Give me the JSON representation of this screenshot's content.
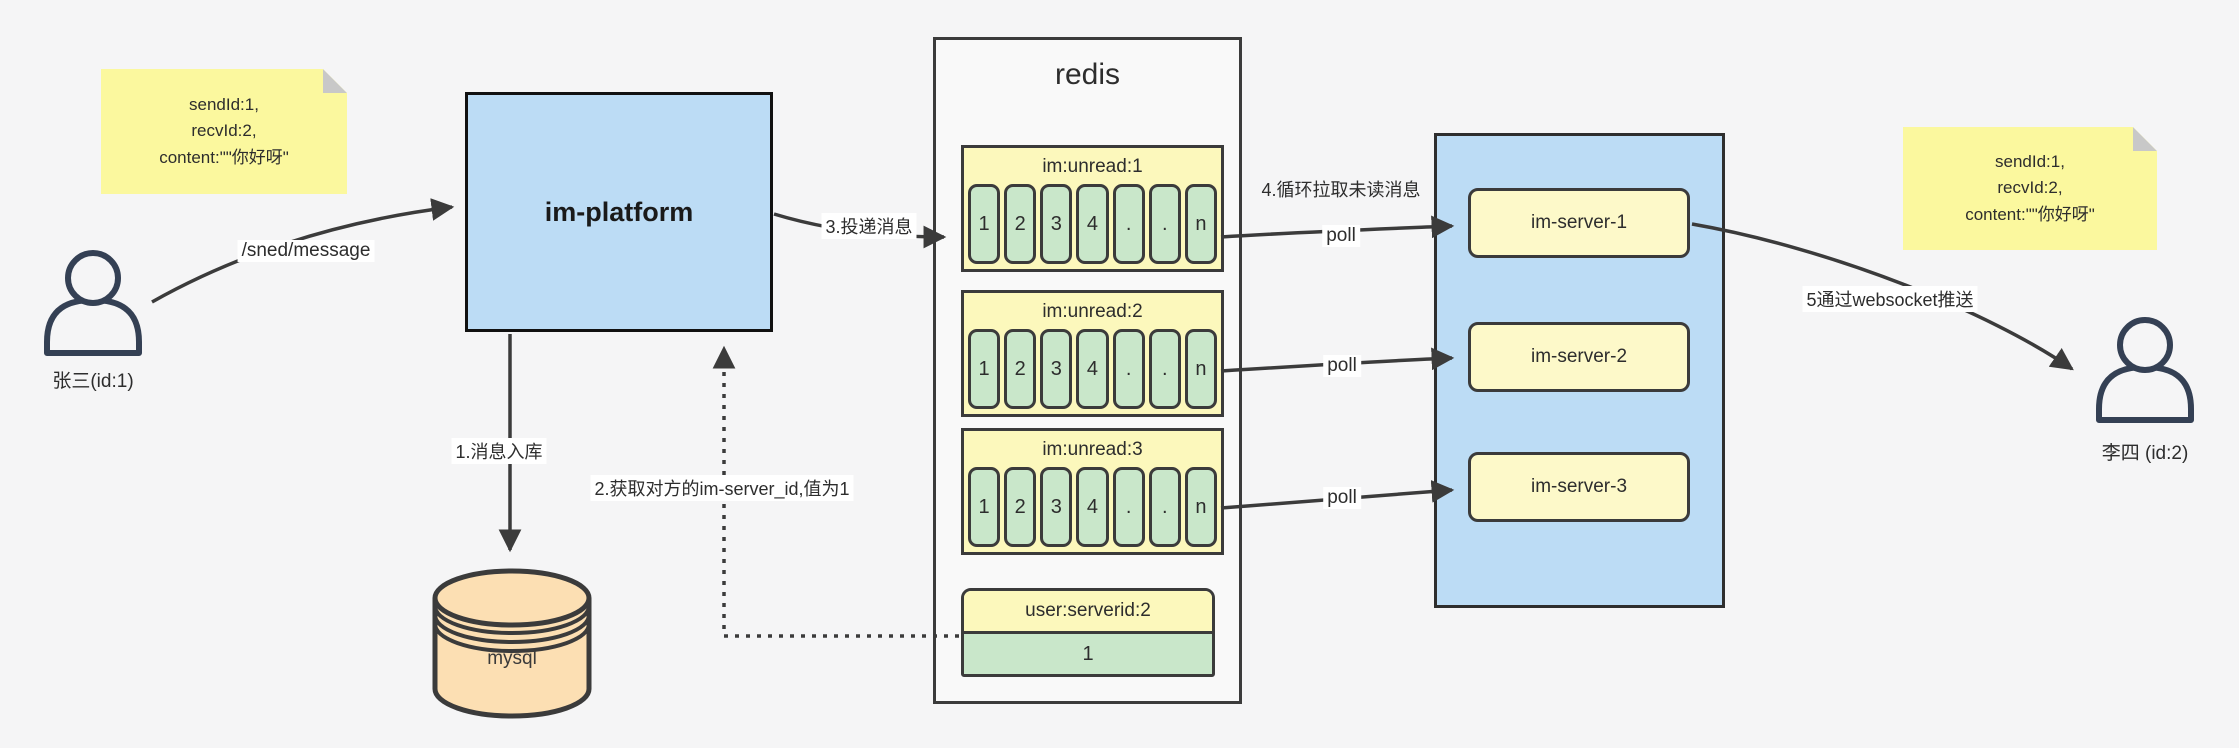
{
  "notes": {
    "left": {
      "lines": [
        "sendId:1,",
        "recvId:2,",
        "content:\"\"你好呀\""
      ]
    },
    "right": {
      "lines": [
        "sendId:1,",
        "recvId:2,",
        "content:\"\"你好呀\""
      ]
    }
  },
  "actors": {
    "sender": {
      "label": "张三(id:1)"
    },
    "receiver": {
      "label": "李四 (id:2)"
    }
  },
  "platform": {
    "label": "im-platform"
  },
  "mysql": {
    "label": "mysql"
  },
  "redis": {
    "title": "redis",
    "queues": [
      {
        "header": "im:unread:1",
        "cells": [
          "1",
          "2",
          "3",
          "4",
          ".",
          ".",
          "n"
        ]
      },
      {
        "header": "im:unread:2",
        "cells": [
          "1",
          "2",
          "3",
          "4",
          ".",
          ".",
          "n"
        ]
      },
      {
        "header": "im:unread:3",
        "cells": [
          "1",
          "2",
          "3",
          "4",
          ".",
          ".",
          "n"
        ]
      }
    ],
    "kv": {
      "header": "user:serverid:2",
      "value": "1"
    }
  },
  "servers": {
    "items": [
      {
        "label": "im-server-1"
      },
      {
        "label": "im-server-2"
      },
      {
        "label": "im-server-3"
      }
    ]
  },
  "edges": {
    "send": {
      "label": "/sned/message"
    },
    "store": {
      "label": "1.消息入库"
    },
    "get_server_id": {
      "label": "2.获取对方的im-server_id,值为1"
    },
    "deliver": {
      "label": "3.投递消息"
    },
    "pull": {
      "label": "4.循环拉取未读消息"
    },
    "poll": {
      "label": "poll"
    },
    "push": {
      "label": "5通过websocket推送"
    }
  },
  "colors": {
    "bg": "#f5f5f6",
    "panel": "#f9f9f9",
    "box_blue": "#bcdcf5",
    "note_yellow": "#fbf89e",
    "queue_yellow": "#fcf8bc",
    "server_yellow": "#fdf9c9",
    "cell_green": "#c9e7ca",
    "mysql_orange": "#fcdfb3",
    "line": "#3b3b3b",
    "person": "#344054"
  }
}
